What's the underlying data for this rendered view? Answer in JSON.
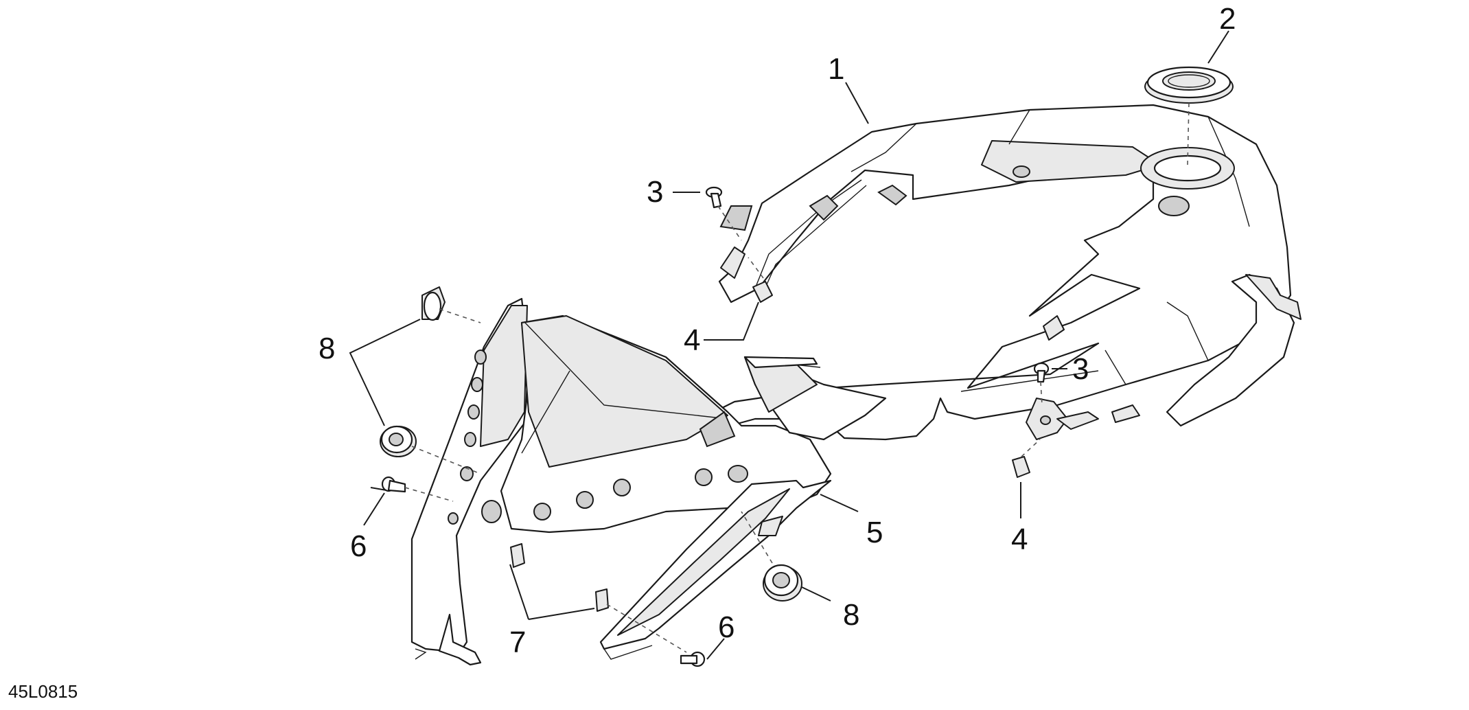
{
  "figure_code": "45L0815",
  "callouts": [
    {
      "id": "c1",
      "label": "1"
    },
    {
      "id": "c2",
      "label": "2"
    },
    {
      "id": "c3a",
      "label": "3"
    },
    {
      "id": "c3b",
      "label": "3"
    },
    {
      "id": "c4a",
      "label": "4"
    },
    {
      "id": "c4b",
      "label": "4"
    },
    {
      "id": "c5",
      "label": "5"
    },
    {
      "id": "c6a",
      "label": "6"
    },
    {
      "id": "c6b",
      "label": "6"
    },
    {
      "id": "c7",
      "label": "7"
    },
    {
      "id": "c8a",
      "label": "8"
    },
    {
      "id": "c8b",
      "label": "8"
    }
  ]
}
